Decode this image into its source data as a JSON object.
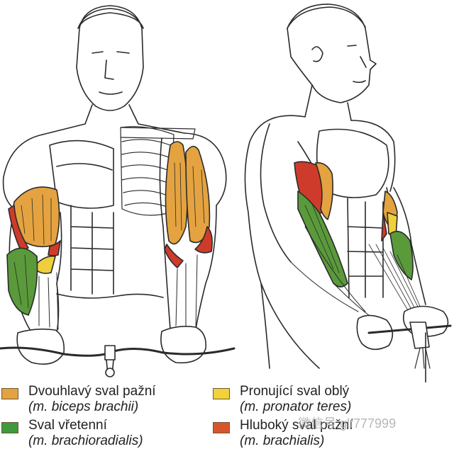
{
  "legend": [
    {
      "name": "Dvouhlavý sval pažní",
      "latin": "(m. biceps brachii)",
      "color": "#e4a340"
    },
    {
      "name": "Pronující sval oblý",
      "latin": "(m. pronator teres)",
      "color": "#f2d23a"
    },
    {
      "name": "Sval vřetenní",
      "latin": "(m. brachioradialis)",
      "color": "#3e9a3c"
    },
    {
      "name": "Hluboký sval pažní",
      "latin": "(m. brachialis)",
      "color": "#d8552c"
    }
  ],
  "watermark": "微信号:glf777999",
  "colors": {
    "biceps": "#e4a340",
    "brachialis": "#cf3b2a",
    "brachioradialis": "#5a9a3a",
    "pronator": "#f0cf3c",
    "outline": "#2a2a2a"
  }
}
